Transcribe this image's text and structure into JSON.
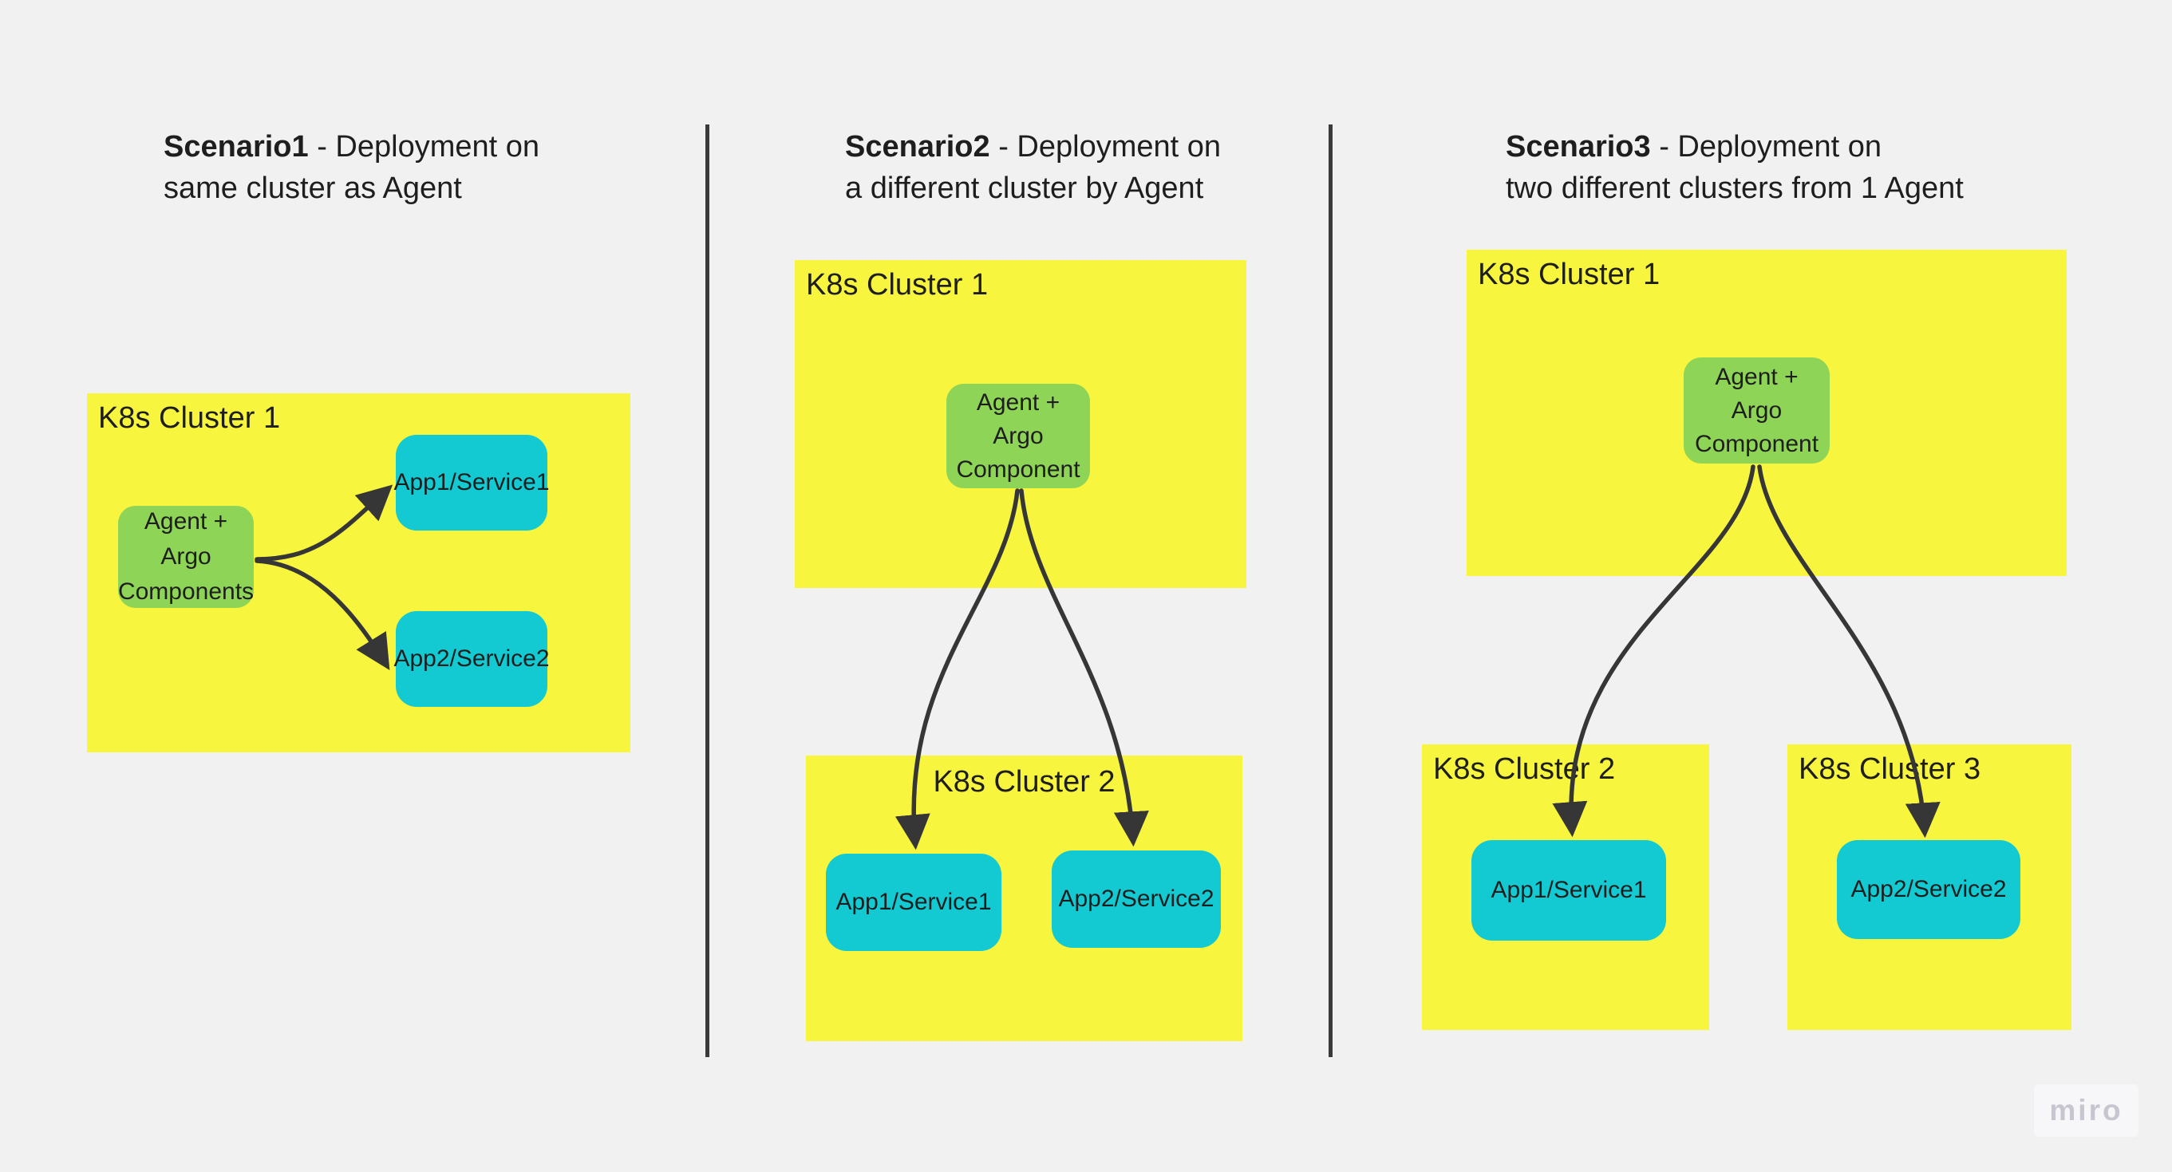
{
  "board": {
    "watermark": "miro"
  },
  "colors": {
    "bg": "#f1f1f2",
    "cluster_fill": "#f7f53d",
    "agent_fill": "#8ed457",
    "app_fill": "#13cad2",
    "connector": "#363636",
    "divider": "#3a3a3a",
    "text": "#1e1e1e",
    "watermark_text": "#c7c6d0"
  },
  "s1": {
    "title_bold": "Scenario1",
    "title_rest": " - Deployment on",
    "title_line2": "same cluster as Agent",
    "cluster1_label": "K8s Cluster 1",
    "agent_label": "Agent + Argo\nComponents",
    "app1_label": "App1/Service1",
    "app2_label": "App2/Service2"
  },
  "s2": {
    "title_bold": "Scenario2",
    "title_rest": " - Deployment on",
    "title_line2": "a different cluster by Agent",
    "cluster1_label": "K8s Cluster 1",
    "agent_label": "Agent +\nArgo\nComponent",
    "cluster2_label": "K8s Cluster 2",
    "app1_label": "App1/Service1",
    "app2_label": "App2/Service2"
  },
  "s3": {
    "title_bold": "Scenario3",
    "title_rest": " - Deployment on",
    "title_line2": "two different clusters from 1 Agent",
    "cluster1_label": "K8s Cluster 1",
    "agent_label": "Agent +\nArgo\nComponent",
    "cluster2_label": "K8s Cluster 2",
    "cluster3_label": "K8s Cluster 3",
    "app1_label": "App1/Service1",
    "app2_label": "App2/Service2"
  }
}
